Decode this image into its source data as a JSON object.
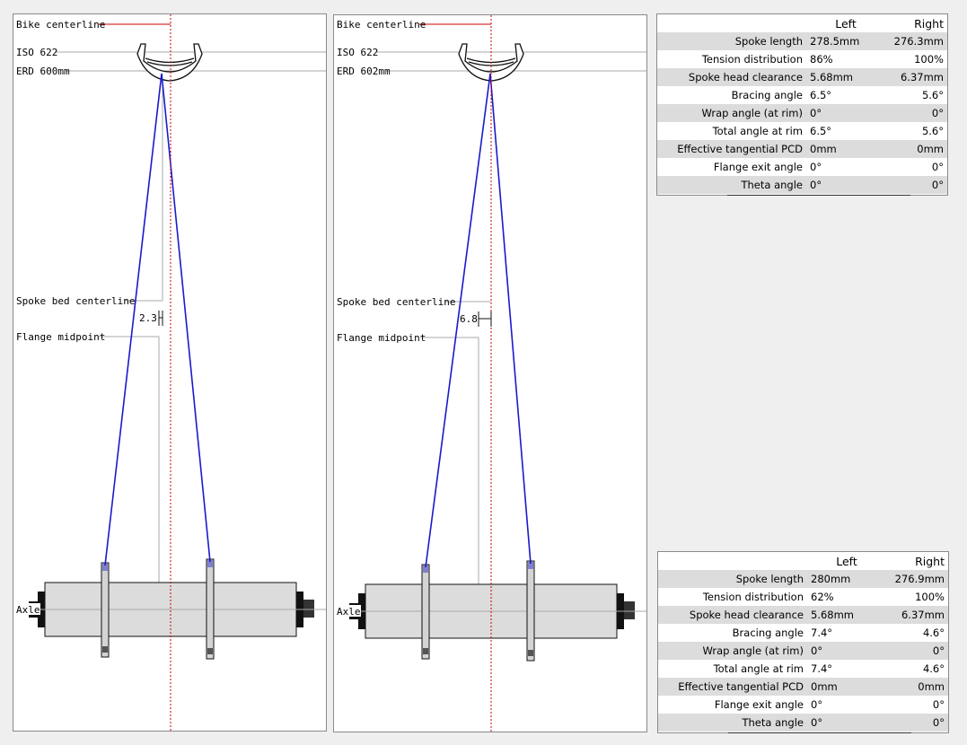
{
  "colors": {
    "centerline": "#cc0000",
    "spoke": "#1a1acc",
    "hub_body": "#dcdcdc",
    "flange": "#d4d4d4",
    "guide": "#a8a8a8",
    "dark": "#111111"
  },
  "diagrams": [
    {
      "labels": {
        "bike_centerline": "Bike centerline",
        "iso": "ISO 622",
        "erd": "ERD 600mm",
        "spoke_bed": "Spoke bed centerline",
        "flange_mid": "Flange midpoint",
        "axle": "Axle"
      },
      "offset_value": "2.3"
    },
    {
      "labels": {
        "bike_centerline": "Bike centerline",
        "iso": "ISO 622",
        "erd": "ERD 602mm",
        "spoke_bed": "Spoke bed centerline",
        "flange_mid": "Flange midpoint",
        "axle": "Axle"
      },
      "offset_value": "6.8"
    }
  ],
  "tables": [
    {
      "header": {
        "left": "Left",
        "right": "Right"
      },
      "rows": [
        {
          "label": "Spoke length",
          "left": "278.5mm",
          "right": "276.3mm"
        },
        {
          "label": "Tension distribution",
          "left": "86%",
          "right": "100%"
        },
        {
          "label": "Spoke head clearance",
          "left": "5.68mm",
          "right": "6.37mm"
        },
        {
          "label": "Bracing angle",
          "left": "6.5°",
          "right": "5.6°"
        },
        {
          "label": "Wrap angle (at rim)",
          "left": "0°",
          "right": "0°"
        },
        {
          "label": "Total angle at rim",
          "left": "6.5°",
          "right": "5.6°"
        },
        {
          "label": "Effective tangential PCD",
          "left": "0mm",
          "right": "0mm"
        },
        {
          "label": "Flange exit angle",
          "left": "0°",
          "right": "0°"
        },
        {
          "label": "Theta angle",
          "left": "0°",
          "right": "0°"
        }
      ]
    },
    {
      "header": {
        "left": "Left",
        "right": "Right"
      },
      "rows": [
        {
          "label": "Spoke length",
          "left": "280mm",
          "right": "276.9mm"
        },
        {
          "label": "Tension distribution",
          "left": "62%",
          "right": "100%"
        },
        {
          "label": "Spoke head clearance",
          "left": "5.68mm",
          "right": "6.37mm"
        },
        {
          "label": "Bracing angle",
          "left": "7.4°",
          "right": "4.6°"
        },
        {
          "label": "Wrap angle (at rim)",
          "left": "0°",
          "right": "0°"
        },
        {
          "label": "Total angle at rim",
          "left": "7.4°",
          "right": "4.6°"
        },
        {
          "label": "Effective tangential PCD",
          "left": "0mm",
          "right": "0mm"
        },
        {
          "label": "Flange exit angle",
          "left": "0°",
          "right": "0°"
        },
        {
          "label": "Theta angle",
          "left": "0°",
          "right": "0°"
        }
      ]
    }
  ]
}
